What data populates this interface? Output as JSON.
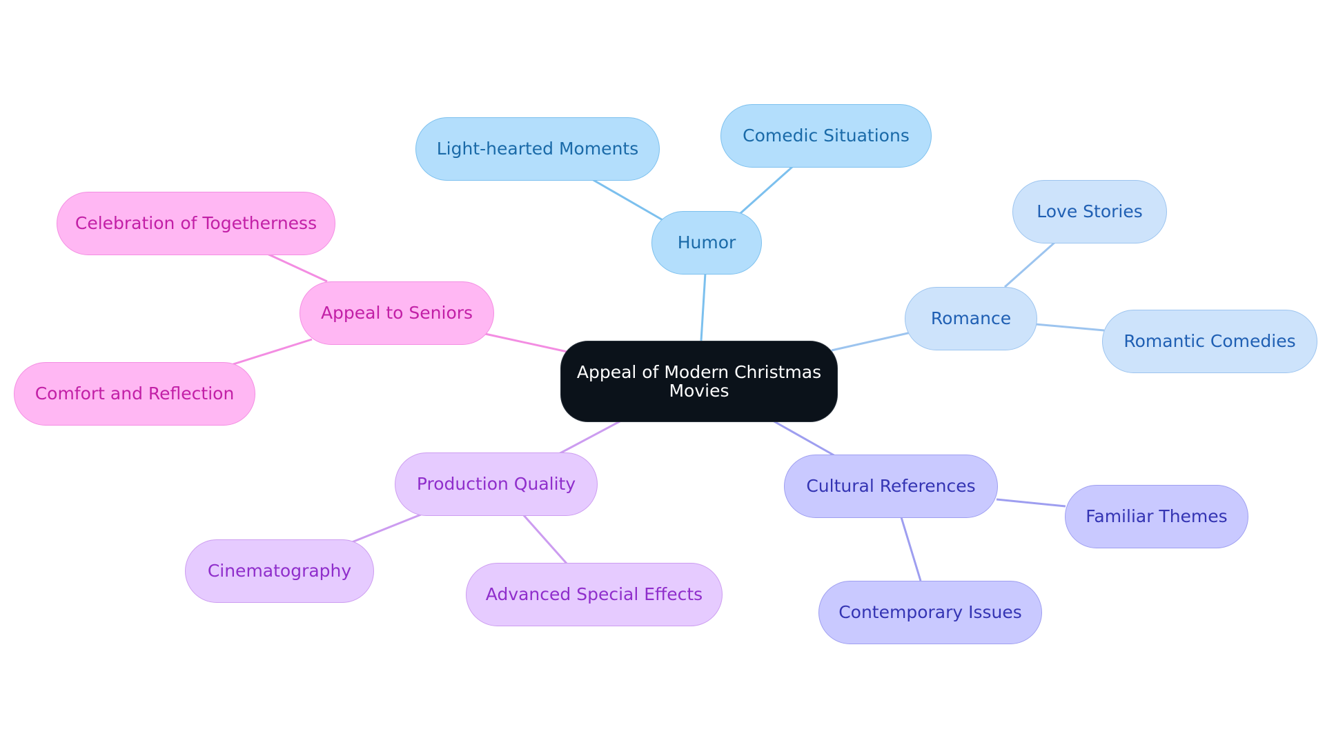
{
  "root": {
    "label": "Appeal of Modern Christmas Movies"
  },
  "branches": {
    "humor": {
      "label": "Humor",
      "children": [
        "Light-hearted Moments",
        "Comedic Situations"
      ]
    },
    "romance": {
      "label": "Romance",
      "children": [
        "Love Stories",
        "Romantic Comedies"
      ]
    },
    "seniors": {
      "label": "Appeal to Seniors",
      "children": [
        "Celebration of Togetherness",
        "Comfort and Reflection"
      ]
    },
    "production": {
      "label": "Production Quality",
      "children": [
        "Cinematography",
        "Advanced Special Effects"
      ]
    },
    "cultural": {
      "label": "Cultural References",
      "children": [
        "Familiar Themes",
        "Contemporary Issues"
      ]
    }
  },
  "colors": {
    "root_fill": "#0b121a",
    "humor_edge": "#7cc0ee",
    "romance_edge": "#9cc4ef",
    "seniors_edge": "#f38de2",
    "production_edge": "#cc9cf0",
    "cultural_edge": "#9e9ef0"
  }
}
